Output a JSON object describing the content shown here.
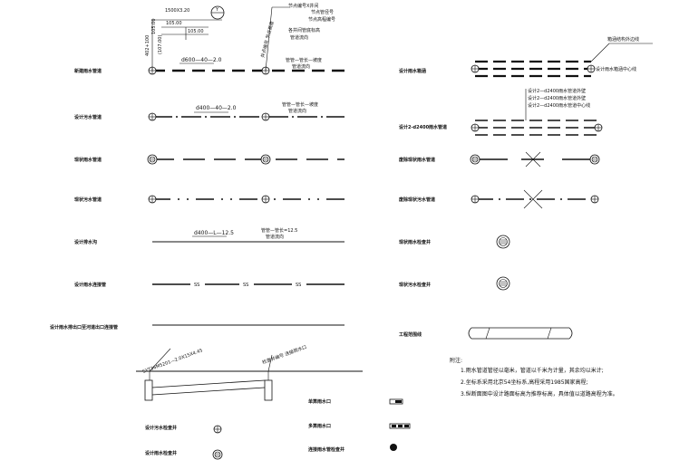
{
  "left_labels": {
    "design_rain_pipe": "新建雨水管道",
    "design_sewer_pipe": "设计污水管道",
    "existing_rain_pipe": "现状雨水管道",
    "existing_sewer_pipe": "现状污水管道",
    "design_drain_ditch": "设计排水沟",
    "design_rain_connection": "设计雨水连接管",
    "design_outlet_pipe": "设计雨水排出口至河道出口连接管",
    "design_sewer_well": "设计污水检查井",
    "design_rain_well": "设计雨水检查井"
  },
  "right_labels": {
    "design_rain_box": "设计雨水箱涵",
    "design_double_pipe": "设计2-d2400雨水管道",
    "remove_rain_pipe": "废除现状雨水管道",
    "remove_sewer_pipe": "废除现状污水管道",
    "existing_rain_well": "现状雨水检查井",
    "existing_sewer_well": "现状污水检查井",
    "box_culvert": "工程范围线",
    "rain_inlet_single": "单箅雨水口",
    "rain_inlet_multi": "多箅雨水口",
    "connection_well": "连接雨水管检查井"
  },
  "annotations": {
    "box_dim": "1500X3.20",
    "dim_a": "105.00",
    "dim_b": "105.00",
    "vert_a": "402+100",
    "vert_b": "(107.00)",
    "vert_c": "105.00",
    "slope_top": "d600—40—2.0",
    "slope_mid": "d400—40—2.0",
    "flow_label_a": "管管—管长—坡度",
    "flow_label_b": "管道流向",
    "ditch_label": "d400—L—12.5",
    "ditch_side_a": "管管—管长=12.5",
    "ditch_side_b": "管道流向",
    "top_right_a": "节点编号X井间",
    "top_right_b": "节点管径号",
    "top_right_c": "节点高程编号",
    "top_right_d": "各井间管底标高",
    "top_right_e": "管道流向",
    "top_right_f": "井点编号 节点高度",
    "right_note_top": "箱涵结构外边线",
    "right_note_center": "设计雨水箱涵中心线",
    "double_a": "设计2—d2400雨水管道外壁",
    "double_b": "设计2—d2400雨水管道外壁",
    "double_c": "设计2—d2400雨水管道中心线",
    "ss": "SS",
    "outlet_label": "SYT36M5201—2.0X15X4.45",
    "outlet_label2": "检查井编号 连接雨水口",
    "y_mark": "Y"
  },
  "notes": {
    "title": "附注:",
    "line1": "1.雨水管道管径以毫米，管道以千米为计量，其余均以米计;",
    "line2": "2.坐标系采用北京54坐标系,高程采用1985国家高程;",
    "line3": "3.纵断面图中设计路面标高为推荐标高，具体值以道路高程为准。"
  }
}
